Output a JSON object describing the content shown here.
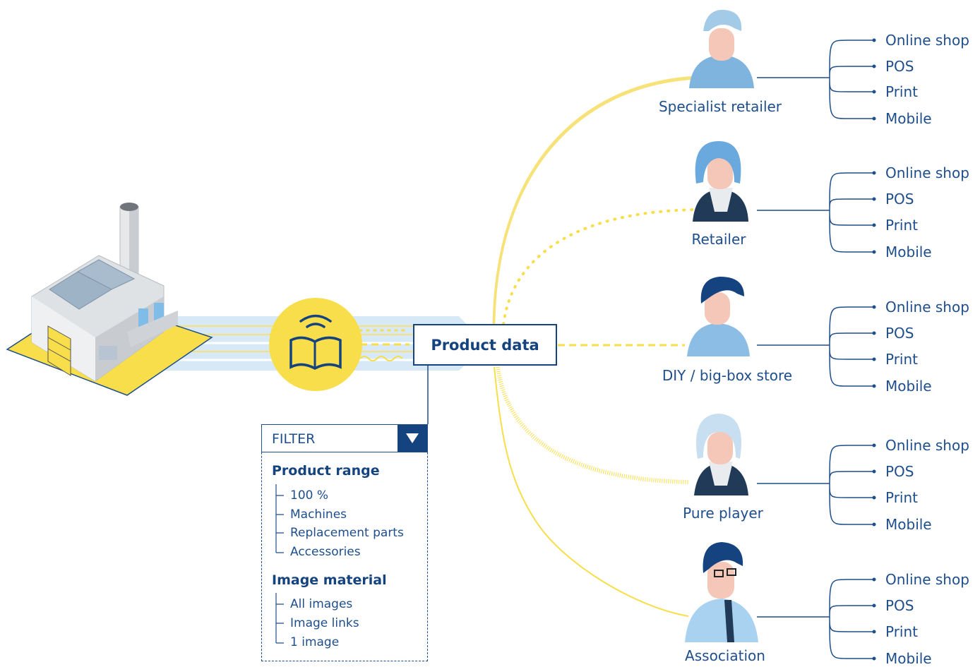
{
  "center": {
    "label": "Product data"
  },
  "roles": [
    {
      "label": "Specialist retailer",
      "channels": [
        "Online shop",
        "POS",
        "Print",
        "Mobile"
      ]
    },
    {
      "label": "Retailer",
      "channels": [
        "Online shop",
        "POS",
        "Print",
        "Mobile"
      ]
    },
    {
      "label": "DIY / big-box store",
      "channels": [
        "Online shop",
        "POS",
        "Print",
        "Mobile"
      ]
    },
    {
      "label": "Pure player",
      "channels": [
        "Online shop",
        "POS",
        "Print",
        "Mobile"
      ]
    },
    {
      "label": "Association",
      "channels": [
        "Online shop",
        "POS",
        "Print",
        "Mobile"
      ]
    }
  ],
  "filter": {
    "label": "FILTER",
    "groups": [
      {
        "title": "Product range",
        "items": [
          "100 %",
          "Machines",
          "Replacement parts",
          "Accessories"
        ]
      },
      {
        "title": "Image material",
        "items": [
          "All images",
          "Image links",
          "1 image"
        ]
      }
    ]
  },
  "colors": {
    "navy": "#14437f",
    "text": "#1e4e8c",
    "yellow": "#f7de4a",
    "light_blue": "#cfe3f5"
  },
  "icons": [
    "factory-icon",
    "catalog-signal-icon",
    "person-icon",
    "chevron-down-icon"
  ]
}
